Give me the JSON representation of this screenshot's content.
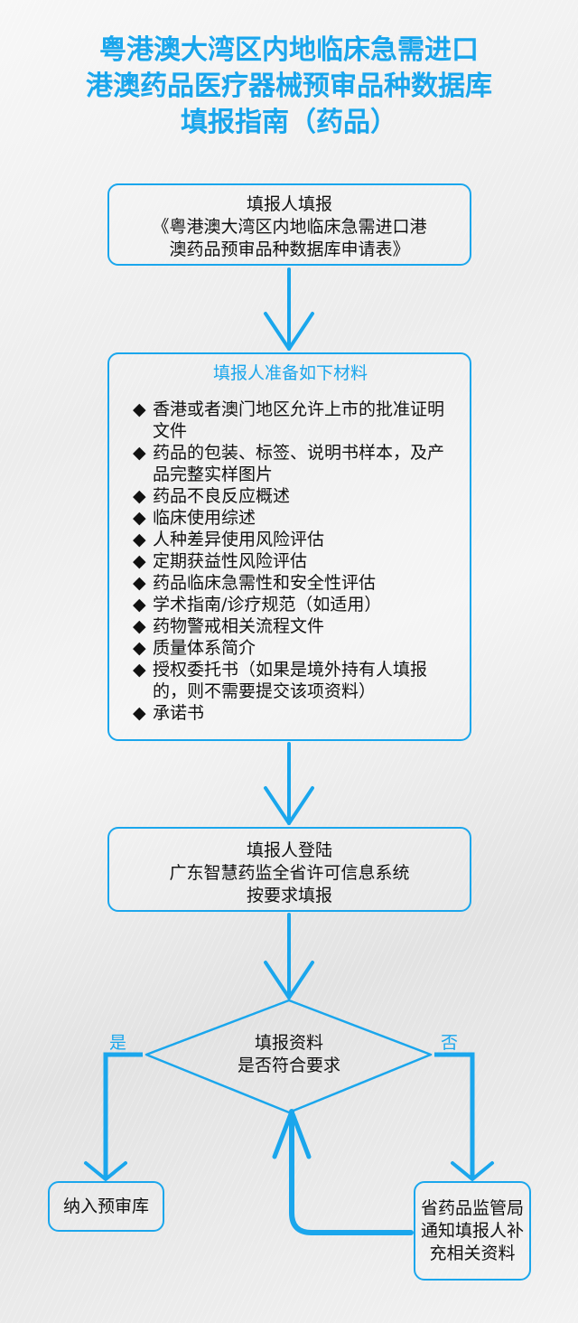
{
  "title": {
    "lines": [
      "粤港澳大湾区内地临床急需进口",
      "港澳药品医疗器械预审品种数据库",
      "填报指南（药品）"
    ]
  },
  "steps": {
    "step1": {
      "lines": [
        "填报人填报",
        "《粤港澳大湾区内地临床急需进口港",
        "澳药品预审品种数据库申请表》"
      ]
    },
    "step2": {
      "heading": "填报人准备如下材料",
      "bullet": "◆",
      "items": [
        "香港或者澳门地区允许上市的批准证明文件",
        "药品的包装、标签、说明书样本，及产品完整实样图片",
        "药品不良反应概述",
        "临床使用综述",
        "人种差异使用风险评估",
        "定期获益性风险评估",
        "药品临床急需性和安全性评估",
        "学术指南/诊疗规范（如适用）",
        "药物警戒相关流程文件",
        "质量体系简介",
        "授权委托书（如果是境外持有人填报的，则不需要提交该项资料）",
        "承诺书"
      ]
    },
    "step3": {
      "lines": [
        "填报人登陆",
        "广东智慧药监全省许可信息系统",
        "按要求填报"
      ]
    },
    "decision": {
      "lines": [
        "填报资料",
        "是否符合要求"
      ],
      "yes_label": "是",
      "no_label": "否"
    },
    "yes_result": {
      "text": "纳入预审库"
    },
    "no_result": {
      "lines": [
        "省药品监管局",
        "通知填报人补",
        "充相关资料"
      ]
    }
  },
  "colors": {
    "accent": "#1aa6ec",
    "text": "#111111"
  }
}
